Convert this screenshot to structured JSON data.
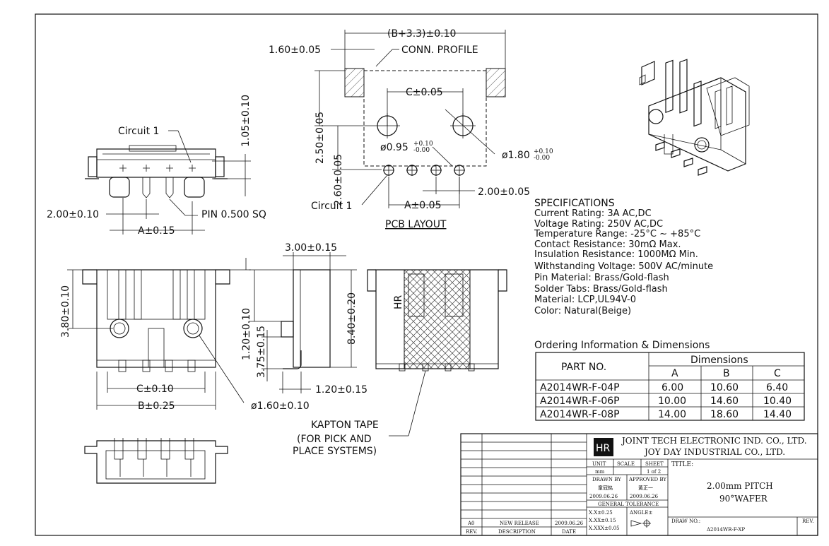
{
  "dims": {
    "b_plus": "(B+3.3)±0.10",
    "conn_w": "1.60±0.05",
    "conn_profile": "CONN. PROFILE",
    "c_pcb": "C±0.05",
    "h250": "2.50±0.05",
    "h260": "2.60±0.05",
    "hole095": "ø0.95",
    "hole095_tol_top": "+0.10",
    "hole095_tol_bot": "-0.00",
    "hole180": "ø1.80",
    "hole180_tol_top": "+0.10",
    "hole180_tol_bot": "-0.00",
    "pitch_pcb": "2.00±0.05",
    "a_pcb": "A±0.05",
    "circuit1_pcb": "Circuit  1",
    "pcb_layout": "PCB LAYOUT",
    "circuit1_top": "Circuit  1",
    "v105": "1.05±0.10",
    "pitch_top": "2.00±0.10",
    "pin": "PIN  0.500  SQ",
    "a_top": "A±0.15",
    "v380": "3.80±0.10",
    "c_front": "C±0.10",
    "b_front": "B±0.25",
    "peg": "ø1.60±0.10",
    "w300": "3.00±0.15",
    "v120": "1.20±0.10",
    "v375": "3.75±0.15",
    "h120": "1.20±0.15",
    "v840": "8.40±0.20",
    "kapton": [
      "KAPTON  TAPE",
      "(FOR PICK AND",
      "PLACE SYSTEMS)"
    ],
    "hr_mark": "HR"
  },
  "specs": {
    "title": "SPECIFICATIONS",
    "lines": [
      "Current Rating: 3A AC,DC",
      "Voltage Rating: 250V AC,DC",
      "Temperature Range: -25°C ~ +85°C",
      "Contact Resistance: 30mΩ Max.",
      "Insulation Resistance: 1000MΩ Min.",
      "Withstanding Voltage: 500V AC/minute",
      "Pin Material: Brass/Gold-flash",
      "Solder Tabs: Brass/Gold-flash",
      "Material: LCP,UL94V-0",
      "Color: Natural(Beige)"
    ]
  },
  "ordering": {
    "title": "Ordering Information & Dimensions",
    "part_header": "PART NO.",
    "dims_header": "Dimensions",
    "cols": [
      "A",
      "B",
      "C"
    ],
    "rows": [
      [
        "A2014WR-F-04P",
        "6.00",
        "10.60",
        "6.40"
      ],
      [
        "A2014WR-F-06P",
        "10.00",
        "14.60",
        "10.40"
      ],
      [
        "A2014WR-F-08P",
        "14.00",
        "18.60",
        "14.40"
      ]
    ]
  },
  "titleblock": {
    "company1": "JOINT TECH ELECTRONIC IND. CO., LTD.",
    "company2": "JOY DAY INDUSTRIAL CO., LTD.",
    "unit_label": "UNIT",
    "scale_label": "SCALE",
    "sheet_label": "SHEET",
    "unit_val": "mm",
    "sheet_val": "1 of 2",
    "title_label": "TITLE:",
    "title1": "2.00mm PITCH",
    "title2": "90°WAFER",
    "drawn_label": "DRAWN BY",
    "drawn_name": "童冠銘",
    "drawn_date": "2009.06.26",
    "approved_label": "APPROVED BY",
    "approved_name": "黃正一",
    "approved_date": "2009.06.26",
    "tol_label": "GENERAL TOLERANCE",
    "tol1": "X.X±0.25",
    "tol2": "X.XX±0.15",
    "tol3": "X.XXX±0.05",
    "angle": "ANGLE±",
    "drawno_label": "DRAW NO.:",
    "drawno": "A2014WR-F-XP",
    "rev_label": "REV.",
    "rev_a0": "A0",
    "new_release": "NEW RELEASE",
    "rev_date": "2009.06.26",
    "rev_col": "REV.",
    "desc_col": "DESCRIPTION",
    "date_col": "DATE",
    "logo": "HR"
  }
}
